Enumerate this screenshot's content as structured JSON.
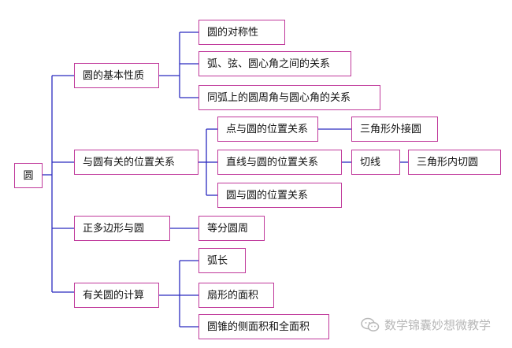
{
  "colors": {
    "line": "#2b2bbf",
    "border": "#c0399b",
    "text": "#111111",
    "watermark": "#b8b8b8"
  },
  "diagram": {
    "root": "圆",
    "properties": {
      "label": "圆的基本性质",
      "items": [
        "圆的对称性",
        "弧、弦、圆心角之间的关系",
        "同弧上的圆周角与圆心角的关系"
      ]
    },
    "positions": {
      "label": "与圆有关的位置关系",
      "point": "点与圆的位置关系",
      "circumcircle": "三角形外接圆",
      "line": "直线与圆的位置关系",
      "tangent": "切线",
      "incircle": "三角形内切圆",
      "circle": "圆与圆的位置关系"
    },
    "polygon": {
      "label": "正多边形与圆",
      "item": "等分圆周"
    },
    "calc": {
      "label": "有关圆的计算",
      "items": [
        "弧长",
        "扇形的面积",
        "圆锥的侧面积和全面积"
      ]
    }
  },
  "watermark": {
    "text": "数学锦囊妙想微教学",
    "icon": "wechat-icon"
  }
}
